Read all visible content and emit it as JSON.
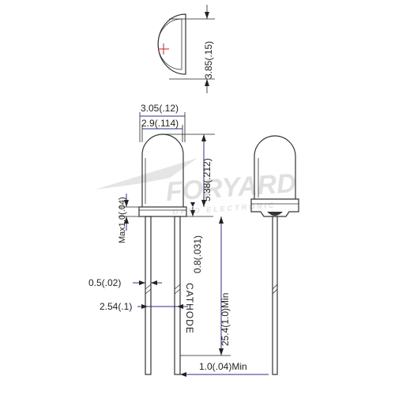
{
  "colors": {
    "outline": "#333333",
    "dimension_blue": "#2c2f8a",
    "center_mark": "#d22222",
    "watermark": "#c8c8c8"
  },
  "watermark": {
    "brand": "FORYARD",
    "sub": "OPTO ELECTRONIC"
  },
  "dimensions": {
    "top_height": "3.85(.15)",
    "outer_width": "3.05(.12)",
    "inner_width": "2.9(.114)",
    "dome_height": "5.38(.212)",
    "flange_max": "Max1.0(.04)",
    "lead_spacing_gap": "0.8(.031)",
    "lead_width": "0.5(.02)",
    "pitch": "2.54(.1)",
    "cathode_label": "CATHODE",
    "lead_length_min": "25.4(1.0)Min",
    "lead_bottom_min": "1.0(.04)Min"
  }
}
